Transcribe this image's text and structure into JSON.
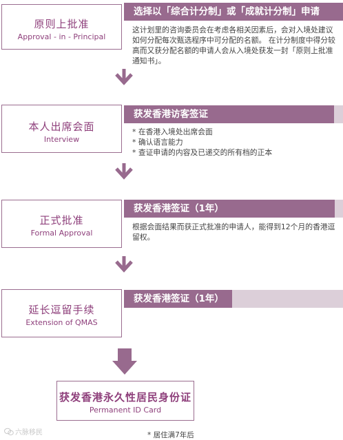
{
  "steps": [
    {
      "title": "原则上批准",
      "subtitle": "Approval - in - Principal",
      "header": "选择以「综合计分制」或「成就计分制」申请",
      "description": "这计划里的咨询委员会在考虑各相关因素后，会对入境处建议如何分配每次甄选程序中可分配的名额。 在计分制度中得分较高而又获分配名额的申请人会从入境处获发一封「原则上批准通知书」。"
    },
    {
      "title": "本人出席会面",
      "subtitle": "Interview",
      "header": "获发香港访客签证",
      "bullets": [
        "* 在香港入境处出席会面",
        "* 确认语言能力",
        "* 查证申请的内容及已递交的所有档的正本"
      ]
    },
    {
      "title": "正式批准",
      "subtitle": "Formal Approval",
      "header": "获发香港签证（1年）",
      "description": "根据会面结果而获正式批准的申请人，能得到12个月的香港逗留权。"
    },
    {
      "title": "延长逗留手续",
      "subtitle": "Extension of QMAS",
      "header": "获发香港签证（1年）"
    }
  ],
  "final": {
    "title": "获发香港永久性居民身份证",
    "subtitle": "Permanent ID Card",
    "note": "* 居住满7年后"
  },
  "watermark": "六脉移民",
  "colors": {
    "accent": "#986a8e",
    "accent_light": "#dccfd9",
    "text_accent": "#8e3f7b"
  }
}
